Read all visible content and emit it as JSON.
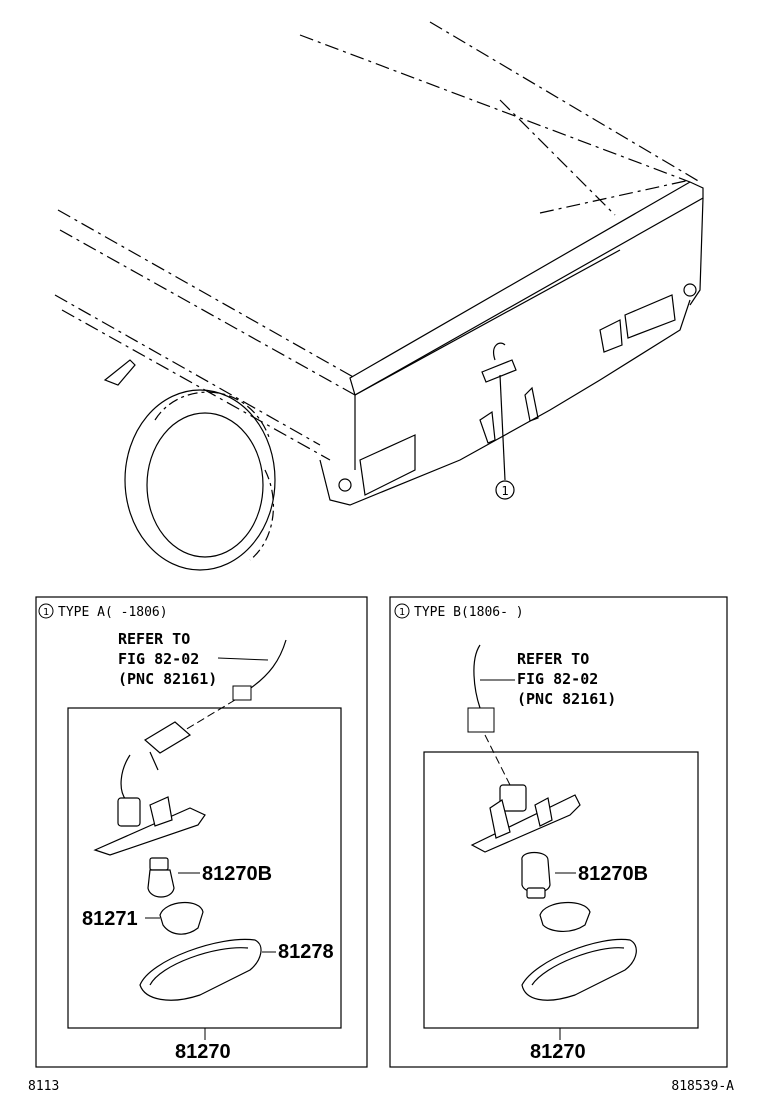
{
  "callout_main": "1",
  "panel_a": {
    "callout": "1",
    "type_label": "TYPE A(    -1806)",
    "refer_line1": "REFER TO",
    "refer_line2": "FIG 82-02",
    "refer_line3": "(PNC 82161)",
    "part_bulb": "81270B",
    "part_socket": "81271",
    "part_lens": "81278",
    "part_assembly": "81270"
  },
  "panel_b": {
    "callout": "1",
    "type_label": "TYPE B(1806-    )",
    "refer_line1": "REFER TO",
    "refer_line2": "FIG 82-02",
    "refer_line3": "(PNC 82161)",
    "part_bulb": "81270B",
    "part_assembly": "81270"
  },
  "footer": {
    "left_code": "8113",
    "right_code": "818539-A"
  }
}
